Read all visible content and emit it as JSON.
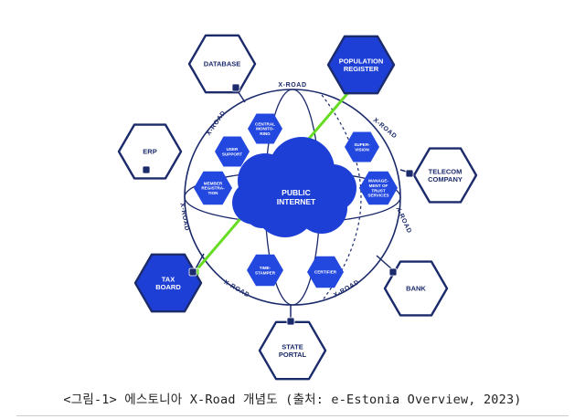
{
  "diagram": {
    "cloud_label": [
      "PUBLIC",
      "INTERNET"
    ],
    "ring_label": "X-ROAD",
    "outer_nodes": {
      "database": [
        "DATABASE"
      ],
      "population_register": [
        "POPULATION",
        "REGISTER"
      ],
      "erp": [
        "ERP"
      ],
      "telecom_company": [
        "TELECOM",
        "COMPANY"
      ],
      "tax_board": [
        "TAX",
        "BOARD"
      ],
      "bank": [
        "BANK"
      ],
      "state_portal": [
        "STATE",
        "PORTAL"
      ]
    },
    "inner_services": {
      "central_monitoring": [
        "CENTRAL",
        "MONITO-",
        "RING"
      ],
      "user_support": [
        "USER",
        "SUPPORT"
      ],
      "member_registration": [
        "MEMBER",
        "REGISTRA-",
        "TION"
      ],
      "supervision": [
        "SUPER-",
        "VISION"
      ],
      "management_of_trust_services": [
        "MANAGE-",
        "MENT OF",
        "TRUST",
        "SERVICES"
      ],
      "time_stamper": [
        "TIME-",
        "STAMPER"
      ],
      "certifier": [
        "CERTIFIER"
      ]
    },
    "colors": {
      "navy": "#1b2a6b",
      "blue": "#1e3fd6",
      "inner_hex": "#2348e0",
      "green": "#66dd22",
      "white": "#ffffff"
    }
  },
  "caption": "<그림-1> 에스토니아 X-Road 개념도 (출처: e-Estonia Overview, 2023)"
}
